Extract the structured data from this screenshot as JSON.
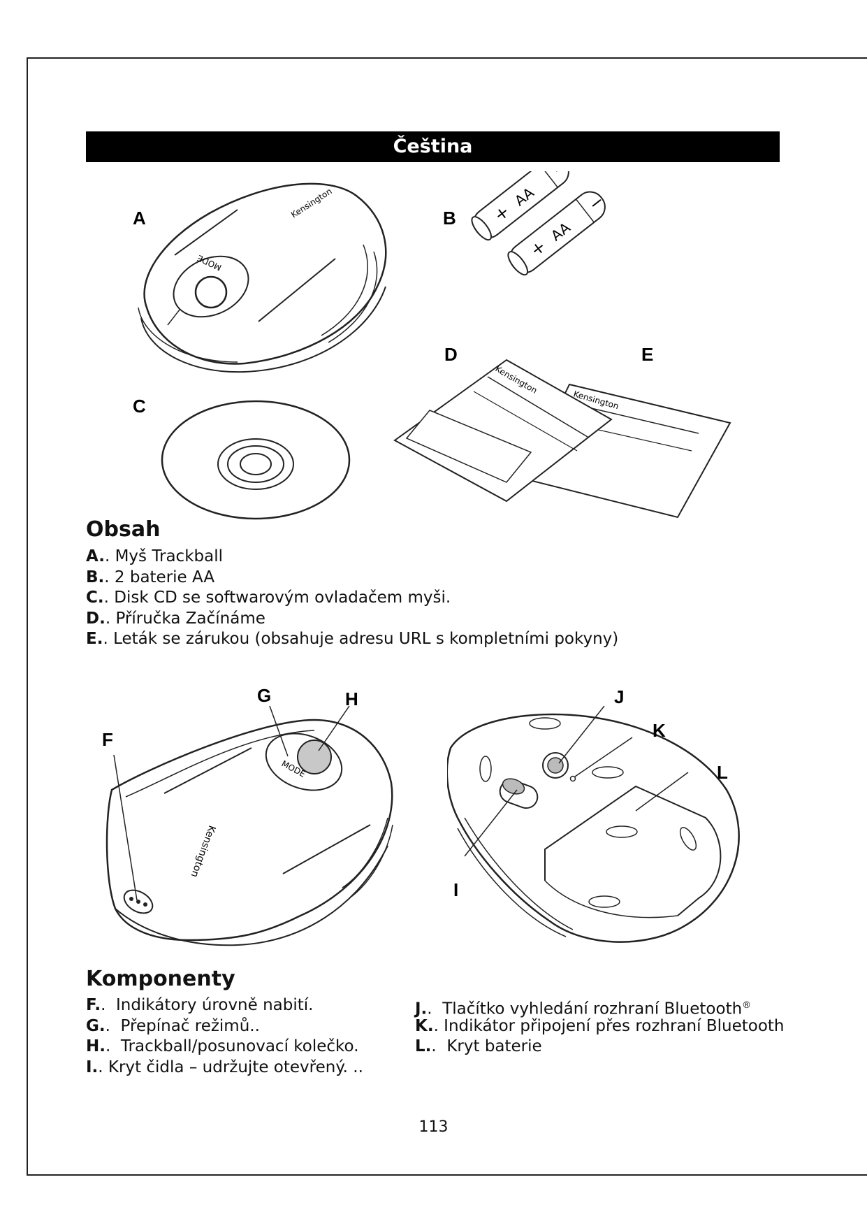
{
  "header": {
    "language": "Čeština"
  },
  "figure_labels": {
    "a": "A",
    "b": "B",
    "c": "C",
    "d": "D",
    "e": "E",
    "f": "F",
    "g": "G",
    "h": "H",
    "i": "I",
    "j": "J",
    "k": "K",
    "l": "L"
  },
  "illustration_text": {
    "brand": "Kensington",
    "mode": "MODE",
    "battery": "AA",
    "plus": "+",
    "minus": "−"
  },
  "contents": {
    "title": "Obsah",
    "items": [
      {
        "key": "A.",
        "sep": ".",
        "text": " Myš Trackball"
      },
      {
        "key": "B.",
        "sep": ".",
        "text": " 2 baterie AA"
      },
      {
        "key": "C.",
        "sep": ".",
        "text": " Disk CD se softwarovým ovladačem myši."
      },
      {
        "key": "D.",
        "sep": ".",
        "text": " Příručka Začínáme"
      },
      {
        "key": "E.",
        "sep": ".",
        "text": " Leták se zárukou (obsahuje adresu URL s kompletními pokyny)"
      }
    ]
  },
  "components": {
    "title": "Komponenty",
    "left_items": [
      {
        "key": "F.",
        "sep": ".",
        "text": "  Indikátory úrovně nabití."
      },
      {
        "key": "G.",
        "sep": ".",
        "text": "  Přepínač režimů.."
      },
      {
        "key": "H.",
        "sep": ".",
        "text": "  Trackball/posunovací kolečko."
      },
      {
        "key": "I.",
        "sep": ".",
        "text": " Kryt čidla – udržujte otevřený. .."
      }
    ],
    "right_items": [
      {
        "key": "J.",
        "sep": ".",
        "text": "  Tlačítko vyhledání rozhraní Bluetooth",
        "sup": "®"
      },
      {
        "key": "K.",
        "sep": ".",
        "text": " Indikátor připojení přes rozhraní Bluetooth"
      },
      {
        "key": "L.",
        "sep": ".",
        "text": "  Kryt baterie"
      }
    ]
  },
  "page_number": "113"
}
